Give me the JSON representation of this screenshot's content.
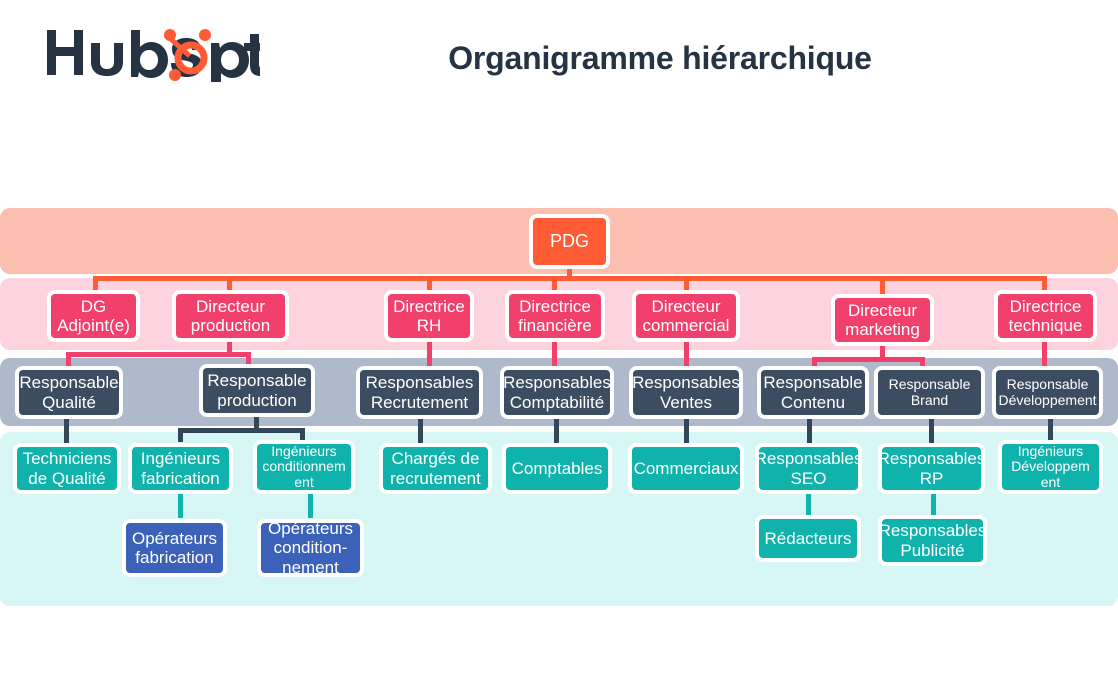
{
  "header": {
    "logo_name": "hubspot-logo",
    "logo_text": "HubSpot",
    "title": "Organigramme hiérarchique"
  },
  "colors": {
    "orange": "#FF5C35",
    "pink": "#F2406C",
    "navy": "#3C4D62",
    "teal": "#10B3AC",
    "blue": "#3B62B8",
    "band_salmon": "#FBBFAF",
    "band_pink": "#FDD3E0",
    "band_gray": "#AEBACB",
    "band_cyan": "#D6F7F5",
    "title_color": "#253342"
  },
  "chart_data": {
    "type": "org-chart",
    "title": "Organigramme hiérarchique",
    "levels": [
      {
        "name": "direction",
        "color": "#FF5C35"
      },
      {
        "name": "directeurs",
        "color": "#F2406C"
      },
      {
        "name": "responsables",
        "color": "#3C4D62"
      },
      {
        "name": "equipes",
        "color": "#10B3AC"
      },
      {
        "name": "operateurs",
        "color": "#3B62B8"
      }
    ],
    "nodes": {
      "pdg": "PDG",
      "dg_adjoint": "DG Adjoint(e)",
      "directeur_production": "Directeur production",
      "directrice_rh": "Directrice RH",
      "directrice_financiere": "Directrice financière",
      "directeur_commercial": "Directeur commercial",
      "directeur_marketing": "Directeur marketing",
      "directrice_technique": "Directrice technique",
      "resp_qualite": "Responsable Qualité",
      "resp_production": "Responsable production",
      "resp_recrutement": "Responsables Recrutement",
      "resp_comptabilite": "Responsables Comptabilité",
      "resp_ventes": "Responsables Ventes",
      "resp_contenu": "Responsable Contenu",
      "resp_brand": "Responsable Brand",
      "resp_developpement": "Responsable Développement",
      "techniciens_qualite": "Techniciens de Qualité",
      "ingenieurs_fabrication": "Ingénieurs fabrication",
      "ingenieurs_conditionnement": "Ingénieurs conditionnem ent",
      "charges_recrutement": "Chargés de recrutement",
      "comptables": "Comptables",
      "commerciaux": "Commerciaux",
      "resp_seo": "Responsables SEO",
      "resp_rp": "Responsables RP",
      "ingenieurs_developpement": "Ingénieurs Développem ent",
      "operateurs_fabrication": "Opérateurs fabrication",
      "operateurs_conditionnement": "Opérateurs condition- nement",
      "redacteurs": "Rédacteurs",
      "resp_publicite": "Responsables Publicité"
    },
    "edges": [
      [
        "pdg",
        "dg_adjoint"
      ],
      [
        "pdg",
        "directeur_production"
      ],
      [
        "pdg",
        "directrice_rh"
      ],
      [
        "pdg",
        "directrice_financiere"
      ],
      [
        "pdg",
        "directeur_commercial"
      ],
      [
        "pdg",
        "directeur_marketing"
      ],
      [
        "pdg",
        "directrice_technique"
      ],
      [
        "directeur_production",
        "resp_qualite"
      ],
      [
        "directeur_production",
        "resp_production"
      ],
      [
        "directrice_rh",
        "resp_recrutement"
      ],
      [
        "directrice_financiere",
        "resp_comptabilite"
      ],
      [
        "directeur_commercial",
        "resp_ventes"
      ],
      [
        "directeur_marketing",
        "resp_contenu"
      ],
      [
        "directeur_marketing",
        "resp_brand"
      ],
      [
        "directrice_technique",
        "resp_developpement"
      ],
      [
        "resp_qualite",
        "techniciens_qualite"
      ],
      [
        "resp_production",
        "ingenieurs_fabrication"
      ],
      [
        "resp_production",
        "ingenieurs_conditionnement"
      ],
      [
        "resp_recrutement",
        "charges_recrutement"
      ],
      [
        "resp_comptabilite",
        "comptables"
      ],
      [
        "resp_ventes",
        "commerciaux"
      ],
      [
        "resp_contenu",
        "resp_seo"
      ],
      [
        "resp_brand",
        "resp_rp"
      ],
      [
        "resp_developpement",
        "ingenieurs_developpement"
      ],
      [
        "ingenieurs_fabrication",
        "operateurs_fabrication"
      ],
      [
        "ingenieurs_conditionnement",
        "operateurs_conditionnement"
      ],
      [
        "resp_seo",
        "redacteurs"
      ],
      [
        "resp_rp",
        "resp_publicite"
      ]
    ]
  }
}
